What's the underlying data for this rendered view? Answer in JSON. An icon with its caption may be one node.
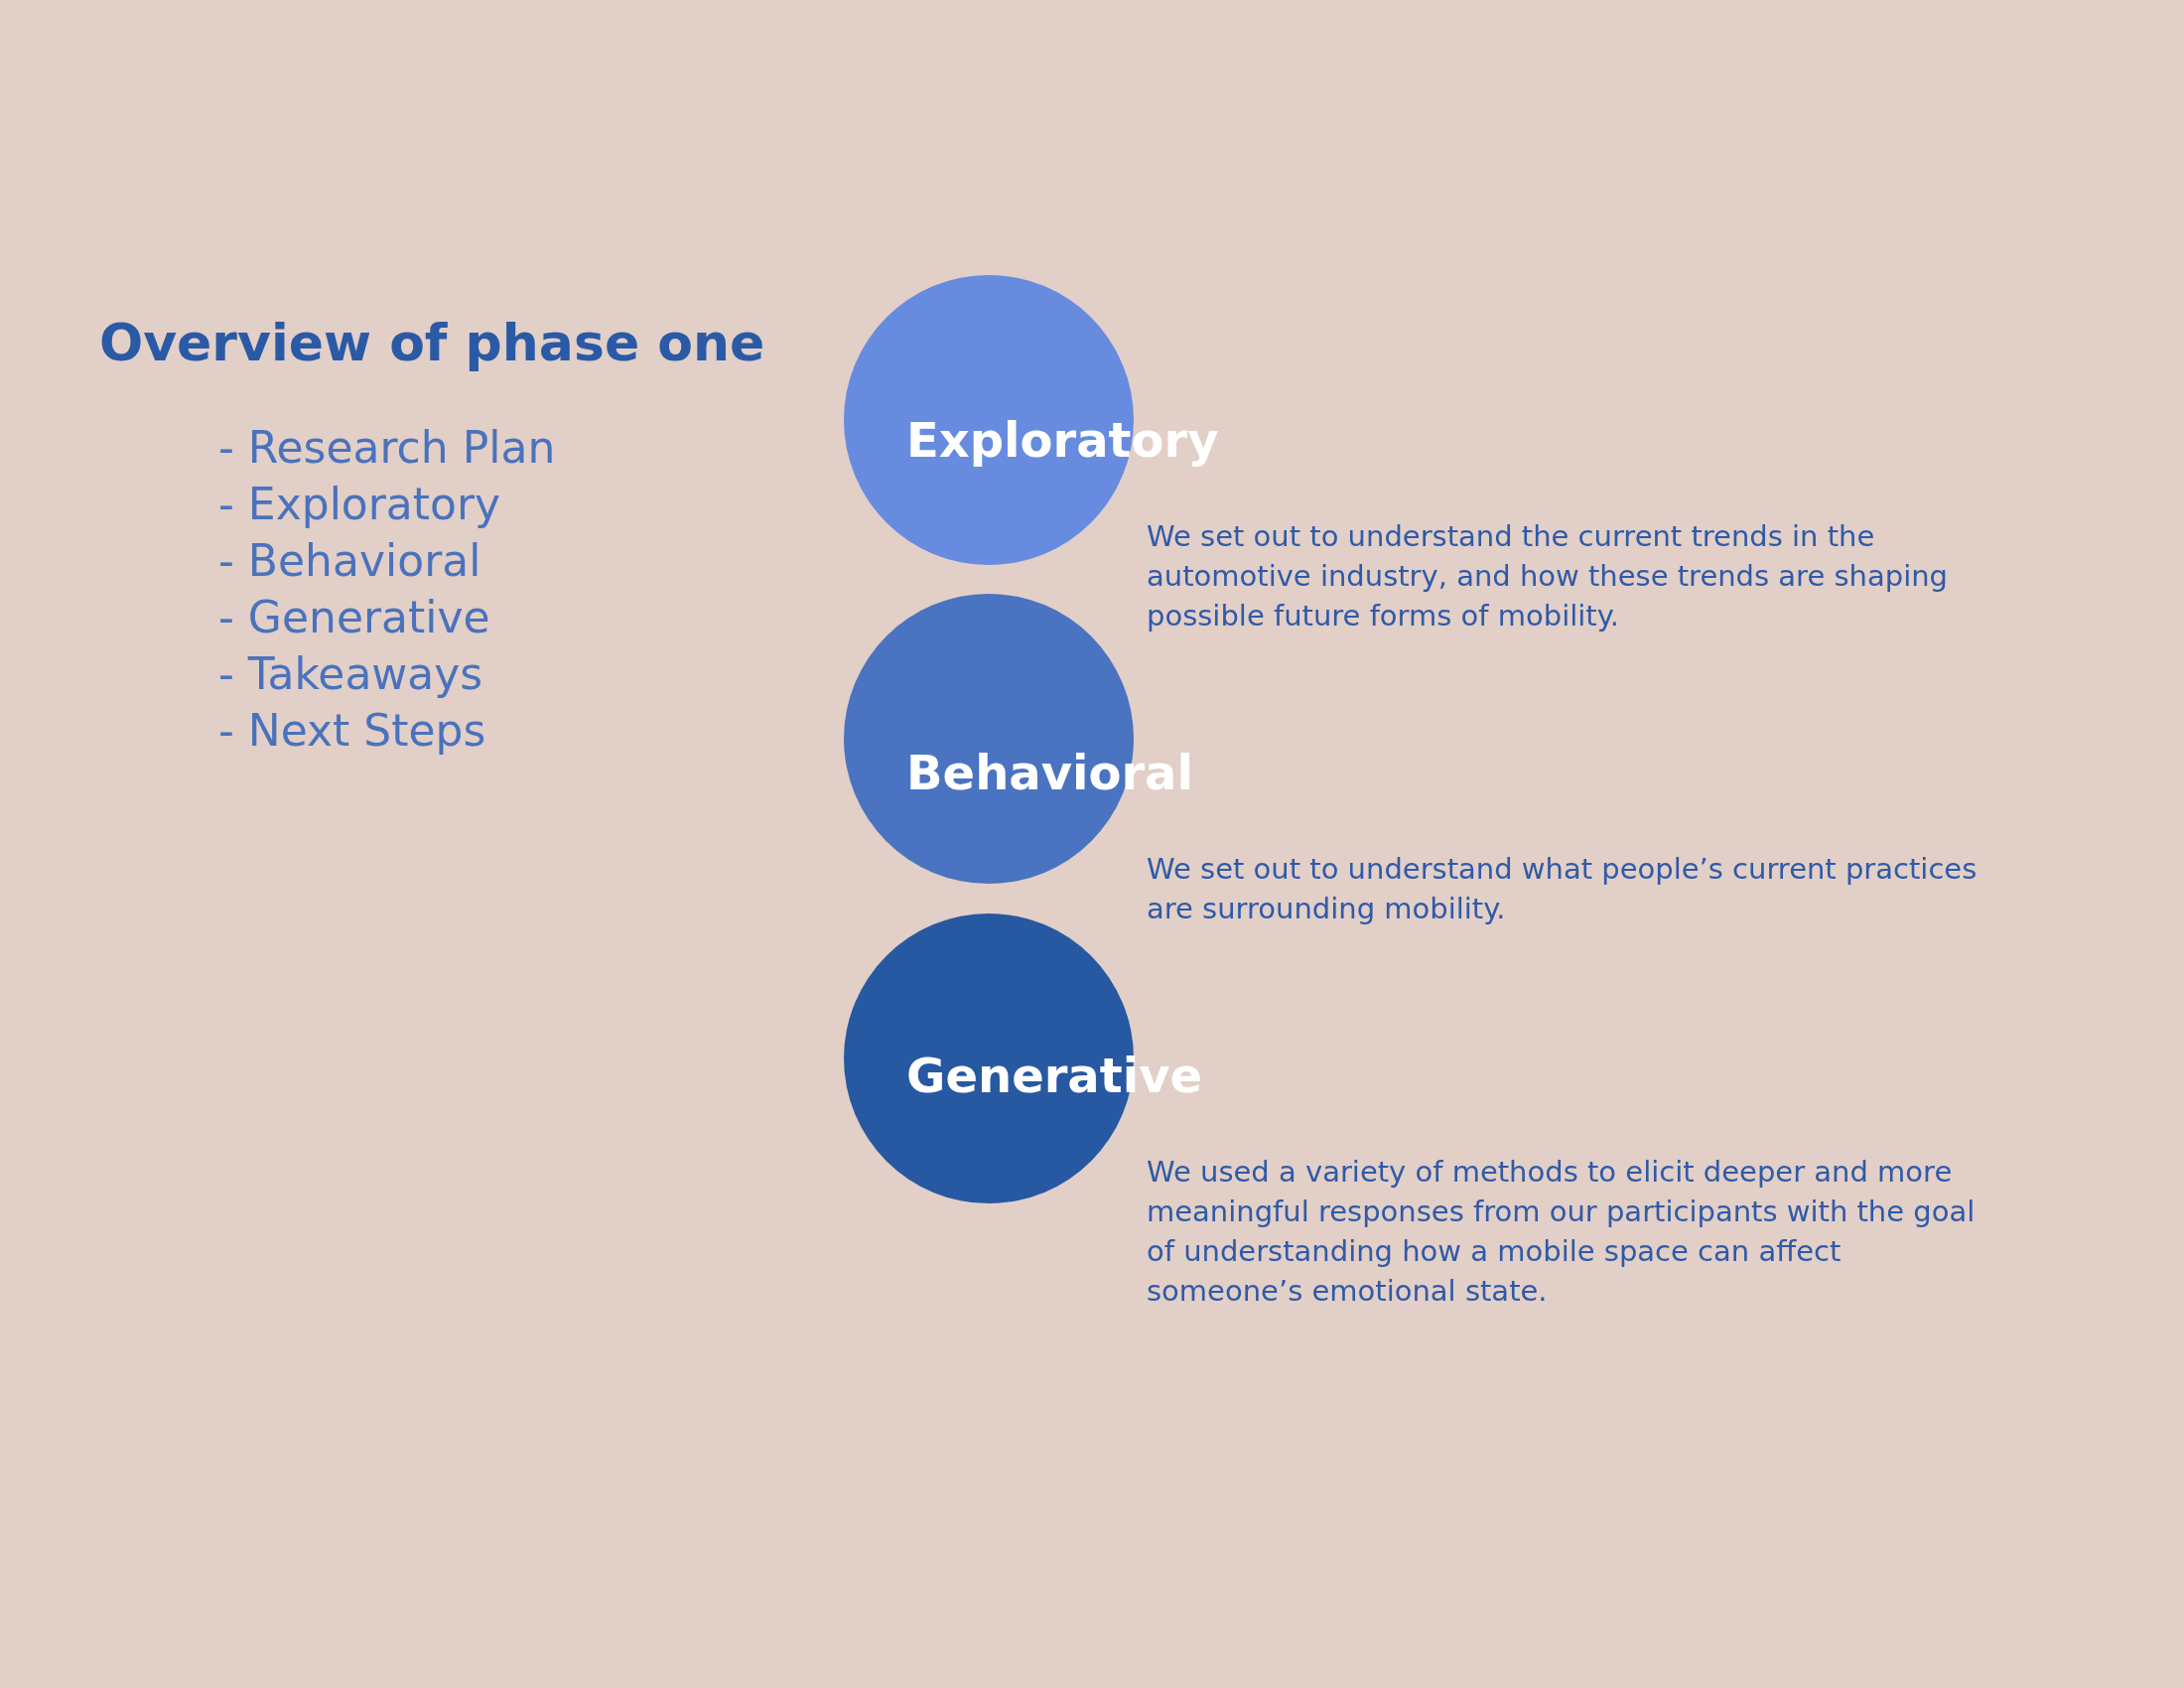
{
  "diagram": {
    "title": "Overview of phase one",
    "nodes": [
      {
        "text": [
          "Exploratory"
        ],
        "beside": [
          "We set out to understand the current trends in the automotive industry, and how these trends are shaping possible future forms of mobility."
        ]
      },
      {
        "text": [
          "Behavioral"
        ],
        "beside": [
          "We set out to understand what people’s current practices are surrounding mobility."
        ]
      },
      {
        "text": [
          "Generative"
        ],
        "beside": [
          "We used a variety of methods to elicit deeper and more meaningful responses from our participants with the goal of understanding how a mobile space can affect someone’s emotional state."
        ]
      }
    ],
    "labels": [
      "- Research Plan",
      "- Exploratory",
      "- Behavioral",
      "- Generative",
      "- Takeaways",
      "- Next Steps"
    ]
  }
}
